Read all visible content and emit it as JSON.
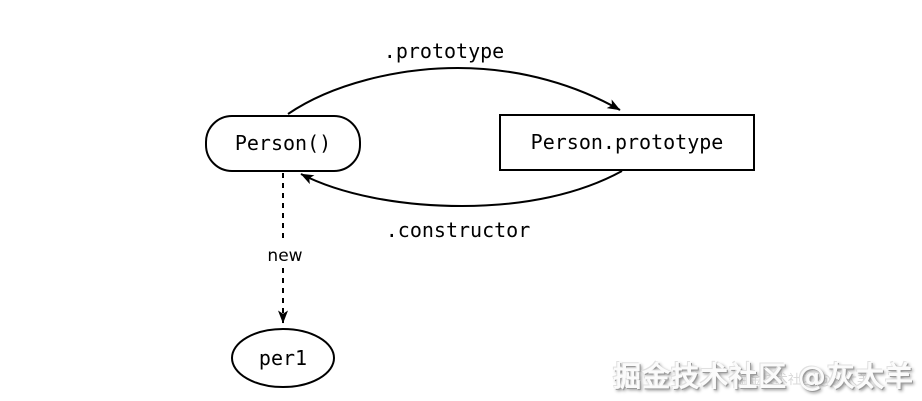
{
  "diagram": {
    "nodes": {
      "person": {
        "label": "Person()",
        "shape": "stadium"
      },
      "prototype": {
        "label": "Person.prototype",
        "shape": "rectangle"
      },
      "instance": {
        "label": "per1",
        "shape": "ellipse"
      }
    },
    "edges": {
      "prototype_edge": {
        "label": ".prototype",
        "from": "Person()",
        "to": "Person.prototype",
        "style": "solid-curved-arrow"
      },
      "constructor_edge": {
        "label": ".constructor",
        "from": "Person.prototype",
        "to": "Person()",
        "style": "solid-curved-arrow"
      },
      "new_edge": {
        "label": "new",
        "from": "Person()",
        "to": "per1",
        "style": "dashed-arrow"
      }
    },
    "colors": {
      "stroke": "#000000",
      "node_fill": "#ffffff",
      "background": "#ffffff",
      "watermark_shadow": "#8f8f8f"
    }
  },
  "watermark": {
    "text": "掘金技术社区 @灰太羊",
    "text_faint": "掘金技术社区 @灰太羊"
  }
}
